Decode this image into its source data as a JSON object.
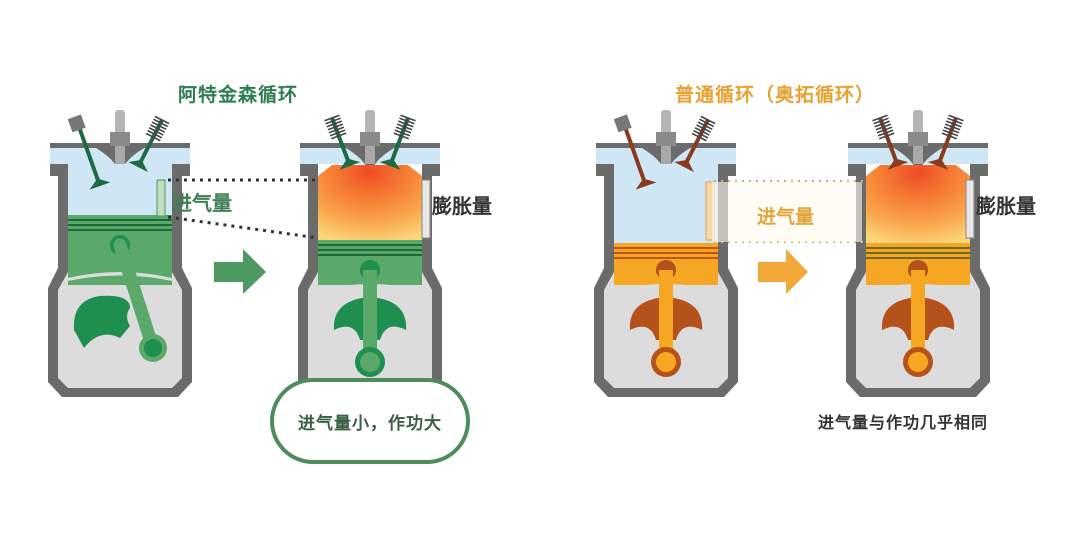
{
  "left_panel": {
    "title": "阿特金森循环",
    "intake_label": "进气量",
    "expansion_label": "膨胀量",
    "conclusion": "进气量小，作功大",
    "accent_color": "#2e7d4f",
    "arrow_color": "#4e9a62"
  },
  "right_panel": {
    "title": "普通循环（奥拓循环）",
    "intake_label": "进气量",
    "expansion_label": "膨胀量",
    "conclusion": "进气量与作功几乎相同",
    "accent_color": "#e8a030",
    "arrow_color": "#f3a93a"
  },
  "colors": {
    "engine_gray": "#6b6b6b",
    "crankcase_fill": "#dcdcdc",
    "intake_air": "#cfe6f5",
    "green_piston": "#5aa86a",
    "green_dark": "#1f8f4f",
    "orange_piston": "#f5a623",
    "orange_dark": "#b5521c",
    "combustion_hot": "#f0592a",
    "combustion_warm": "#fbc66a"
  }
}
